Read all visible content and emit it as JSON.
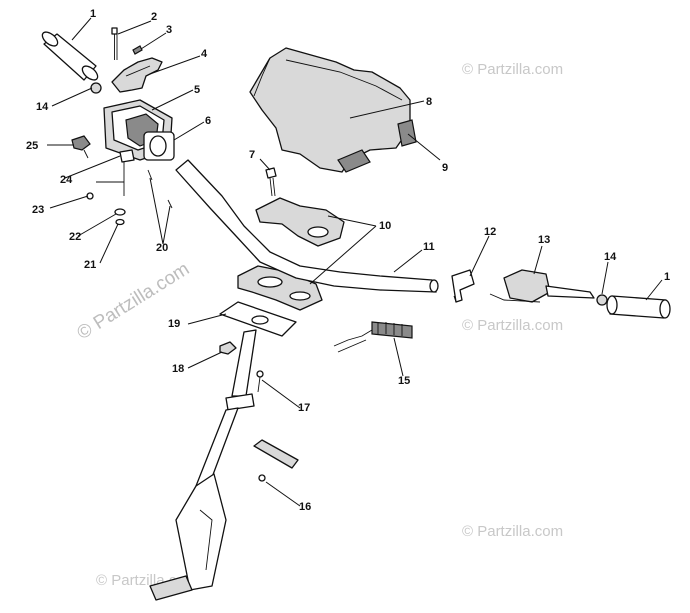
{
  "watermarks": {
    "small": "© Partzilla.com",
    "large": "© Partzilla.com"
  },
  "callouts": [
    {
      "id": "1a",
      "label": "1"
    },
    {
      "id": "2",
      "label": "2"
    },
    {
      "id": "3",
      "label": "3"
    },
    {
      "id": "4",
      "label": "4"
    },
    {
      "id": "5",
      "label": "5"
    },
    {
      "id": "6",
      "label": "6"
    },
    {
      "id": "7",
      "label": "7"
    },
    {
      "id": "8",
      "label": "8"
    },
    {
      "id": "9",
      "label": "9"
    },
    {
      "id": "10",
      "label": "10"
    },
    {
      "id": "11",
      "label": "11"
    },
    {
      "id": "12",
      "label": "12"
    },
    {
      "id": "13",
      "label": "13"
    },
    {
      "id": "14b",
      "label": "14"
    },
    {
      "id": "1b",
      "label": "1"
    },
    {
      "id": "14a",
      "label": "14"
    },
    {
      "id": "25",
      "label": "25"
    },
    {
      "id": "24",
      "label": "24"
    },
    {
      "id": "23",
      "label": "23"
    },
    {
      "id": "22",
      "label": "22"
    },
    {
      "id": "21",
      "label": "21"
    },
    {
      "id": "20",
      "label": "20"
    },
    {
      "id": "19",
      "label": "19"
    },
    {
      "id": "18",
      "label": "18"
    },
    {
      "id": "17",
      "label": "17"
    },
    {
      "id": "16",
      "label": "16"
    },
    {
      "id": "15",
      "label": "15"
    }
  ]
}
